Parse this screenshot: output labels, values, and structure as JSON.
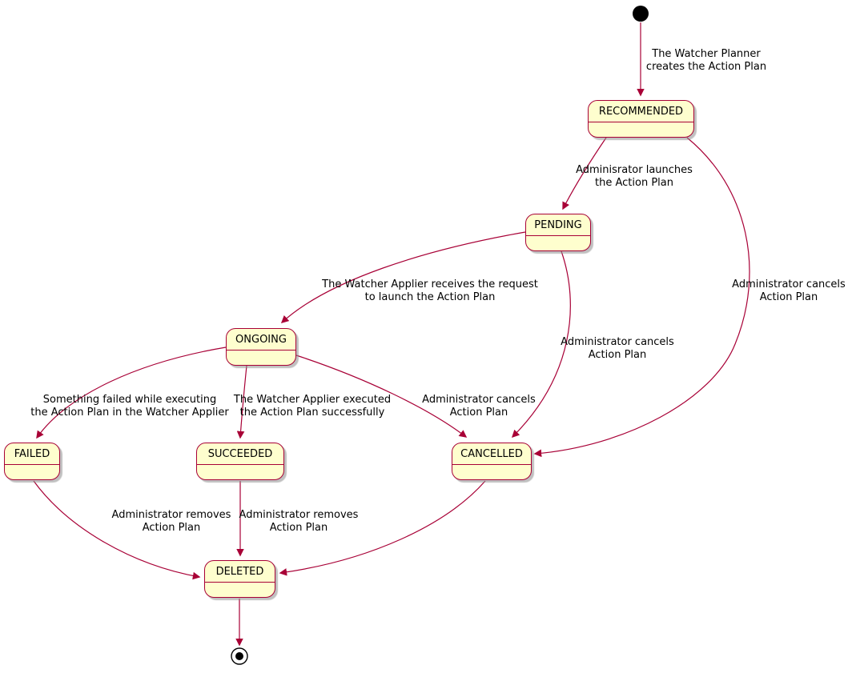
{
  "colors": {
    "state-fill": "#FEFECE",
    "state-border": "#A80036",
    "arrow-color": "#A80036",
    "text-color": "#000000"
  },
  "states": {
    "recommended": {
      "label": "RECOMMENDED"
    },
    "pending": {
      "label": "PENDING"
    },
    "ongoing": {
      "label": "ONGOING"
    },
    "failed": {
      "label": "FAILED"
    },
    "succeeded": {
      "label": "SUCCEEDED"
    },
    "cancelled": {
      "label": "CANCELLED"
    },
    "deleted": {
      "label": "DELETED"
    }
  },
  "edges": {
    "planner_creates": [
      "The Watcher Planner",
      "creates the Action Plan"
    ],
    "admin_launches": [
      "Adminisrator launches",
      "the Action Plan"
    ],
    "applier_receives": [
      "The Watcher Applier receives the request",
      "to launch the Action Plan"
    ],
    "something_failed": [
      "Something failed while executing",
      "the Action Plan in the Watcher Applier"
    ],
    "applier_executed": [
      "The Watcher Applier executed",
      "the Action Plan successfully"
    ],
    "cancel_from_ongoing": [
      "Administrator cancels",
      "Action Plan"
    ],
    "cancel_from_pending": [
      "Administrator cancels",
      "Action Plan"
    ],
    "cancel_from_recommended": [
      "Administrator cancels",
      "Action Plan"
    ],
    "remove_from_failed": [
      "Administrator removes",
      "Action Plan"
    ],
    "remove_from_succeeded": [
      "Administrator removes",
      "Action Plan"
    ]
  }
}
